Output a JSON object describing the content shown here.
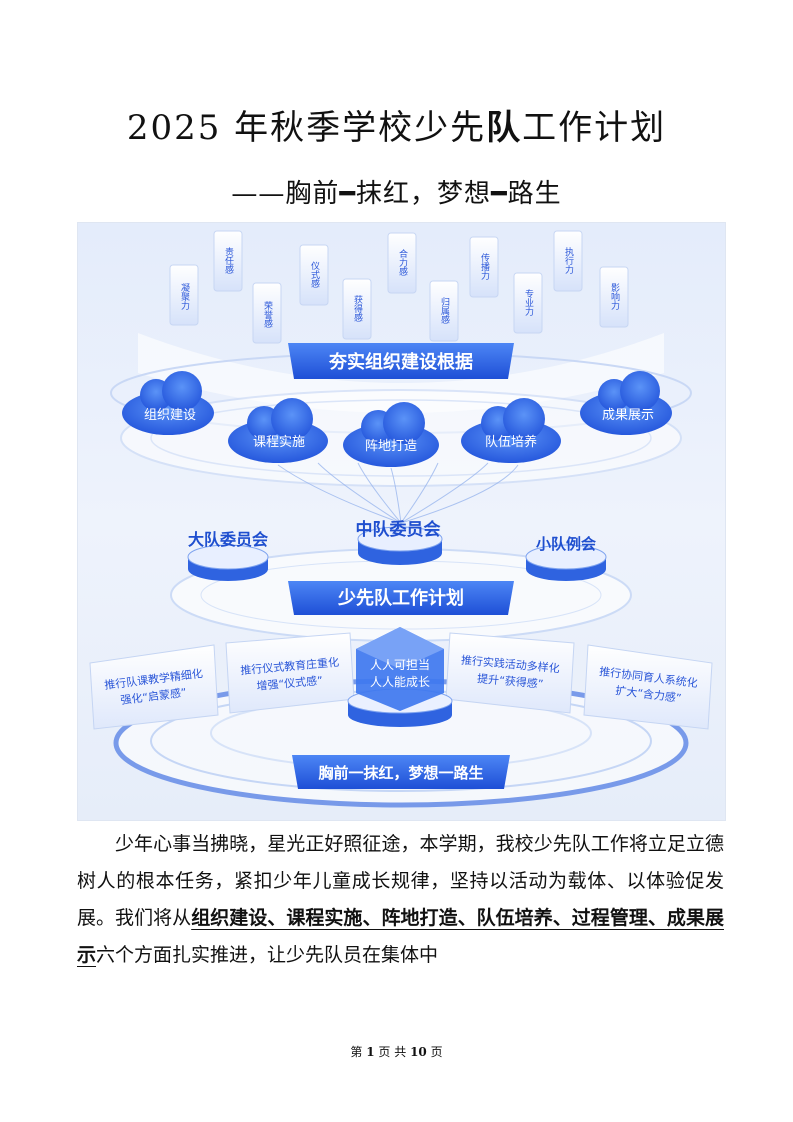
{
  "document": {
    "title_prefix": "2025 年秋季学校少先",
    "title_bold": "队",
    "title_suffix": "工作计划",
    "subtitle_dash": "——胸前",
    "subtitle_part2": "抹红，梦想",
    "subtitle_part3": "路生",
    "subtitle_heavy_dash": "━"
  },
  "figure": {
    "pillars": [
      "凝聚力",
      "责任感",
      "荣誉感",
      "仪式感",
      "获得感",
      "合力感",
      "归属感",
      "传播力",
      "专业力",
      "执行力",
      "影响力"
    ],
    "banner_top": "夯实组织建设根据",
    "clouds": [
      "组织建设",
      "课程实施",
      "阵地打造",
      "队伍培养",
      "成果展示"
    ],
    "councils": [
      "大队委员会",
      "中队委员会",
      "小队例会"
    ],
    "banner_mid": "少先队工作计划",
    "cards": [
      {
        "line1": "推行队课教学精细化",
        "line2": "强化“启蒙感”"
      },
      {
        "line1": "推行仪式教育庄重化",
        "line2": "增强“仪式感”"
      },
      {
        "line1": "推行实践活动多样化",
        "line2": "提升“获得感”"
      },
      {
        "line1": "推行协同育人系统化",
        "line2": "扩大“含力感”"
      }
    ],
    "cube_line1": "人人可担当",
    "cube_line2": "人人能成长",
    "banner_bottom": "胸前一抹红，梦想一路生"
  },
  "body": {
    "para1_start": "少年心事当拂晓，星光正好照征途，本学期，我校少先队工作将立足立德树人的根本任务，紧扣少年儿童成长规律，坚持以活动为载体、以体验促发展。我们将从",
    "para1_underlined": "组织建设、课程实施、阵地打造、队伍培养、过程管理、成果展示",
    "para1_end": "六个方面扎实推进，让少先队员在集体中"
  },
  "footer": {
    "p1": "第",
    "page": "1",
    "p2": "页 共",
    "total": "10",
    "p3": "页"
  }
}
